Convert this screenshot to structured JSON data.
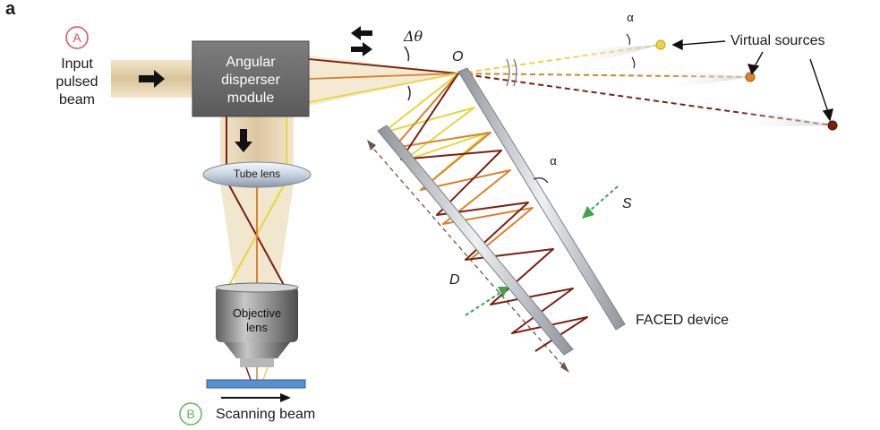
{
  "panel_label": "a",
  "labels": {
    "marker_a": "A",
    "input_beam": [
      "Input",
      "pulsed",
      "beam"
    ],
    "angular_disperser": [
      "Angular",
      "disperser",
      "module"
    ],
    "tube_lens": "Tube lens",
    "objective_lens": [
      "Objective",
      "lens"
    ],
    "marker_b": "B",
    "scanning_beam": "Scanning beam",
    "delta_theta": "Δθ",
    "origin": "O",
    "alpha_top": "α",
    "alpha_mid": "α",
    "virtual_sources": "Virtual sources",
    "spacing_s": "S",
    "distance_d": "D",
    "faced_device": "FACED device"
  },
  "colors": {
    "beam_fill": "#e8d6b4",
    "disperser_box": "#6b6b6b",
    "marker_a": "#d9534f",
    "marker_b": "#5cb85c",
    "ray_yellow": "#e6d640",
    "ray_orange": "#d9822b",
    "ray_darkred": "#7a1f12",
    "mirror": "#b8bcc2",
    "green_arrow": "#3fa34d"
  },
  "icons": {
    "input_arrow": "right-arrow-icon",
    "bidirectional": "bidirectional-arrow-icon",
    "down_arrow": "down-arrow-icon",
    "scan_arrow": "right-arrow-icon"
  }
}
